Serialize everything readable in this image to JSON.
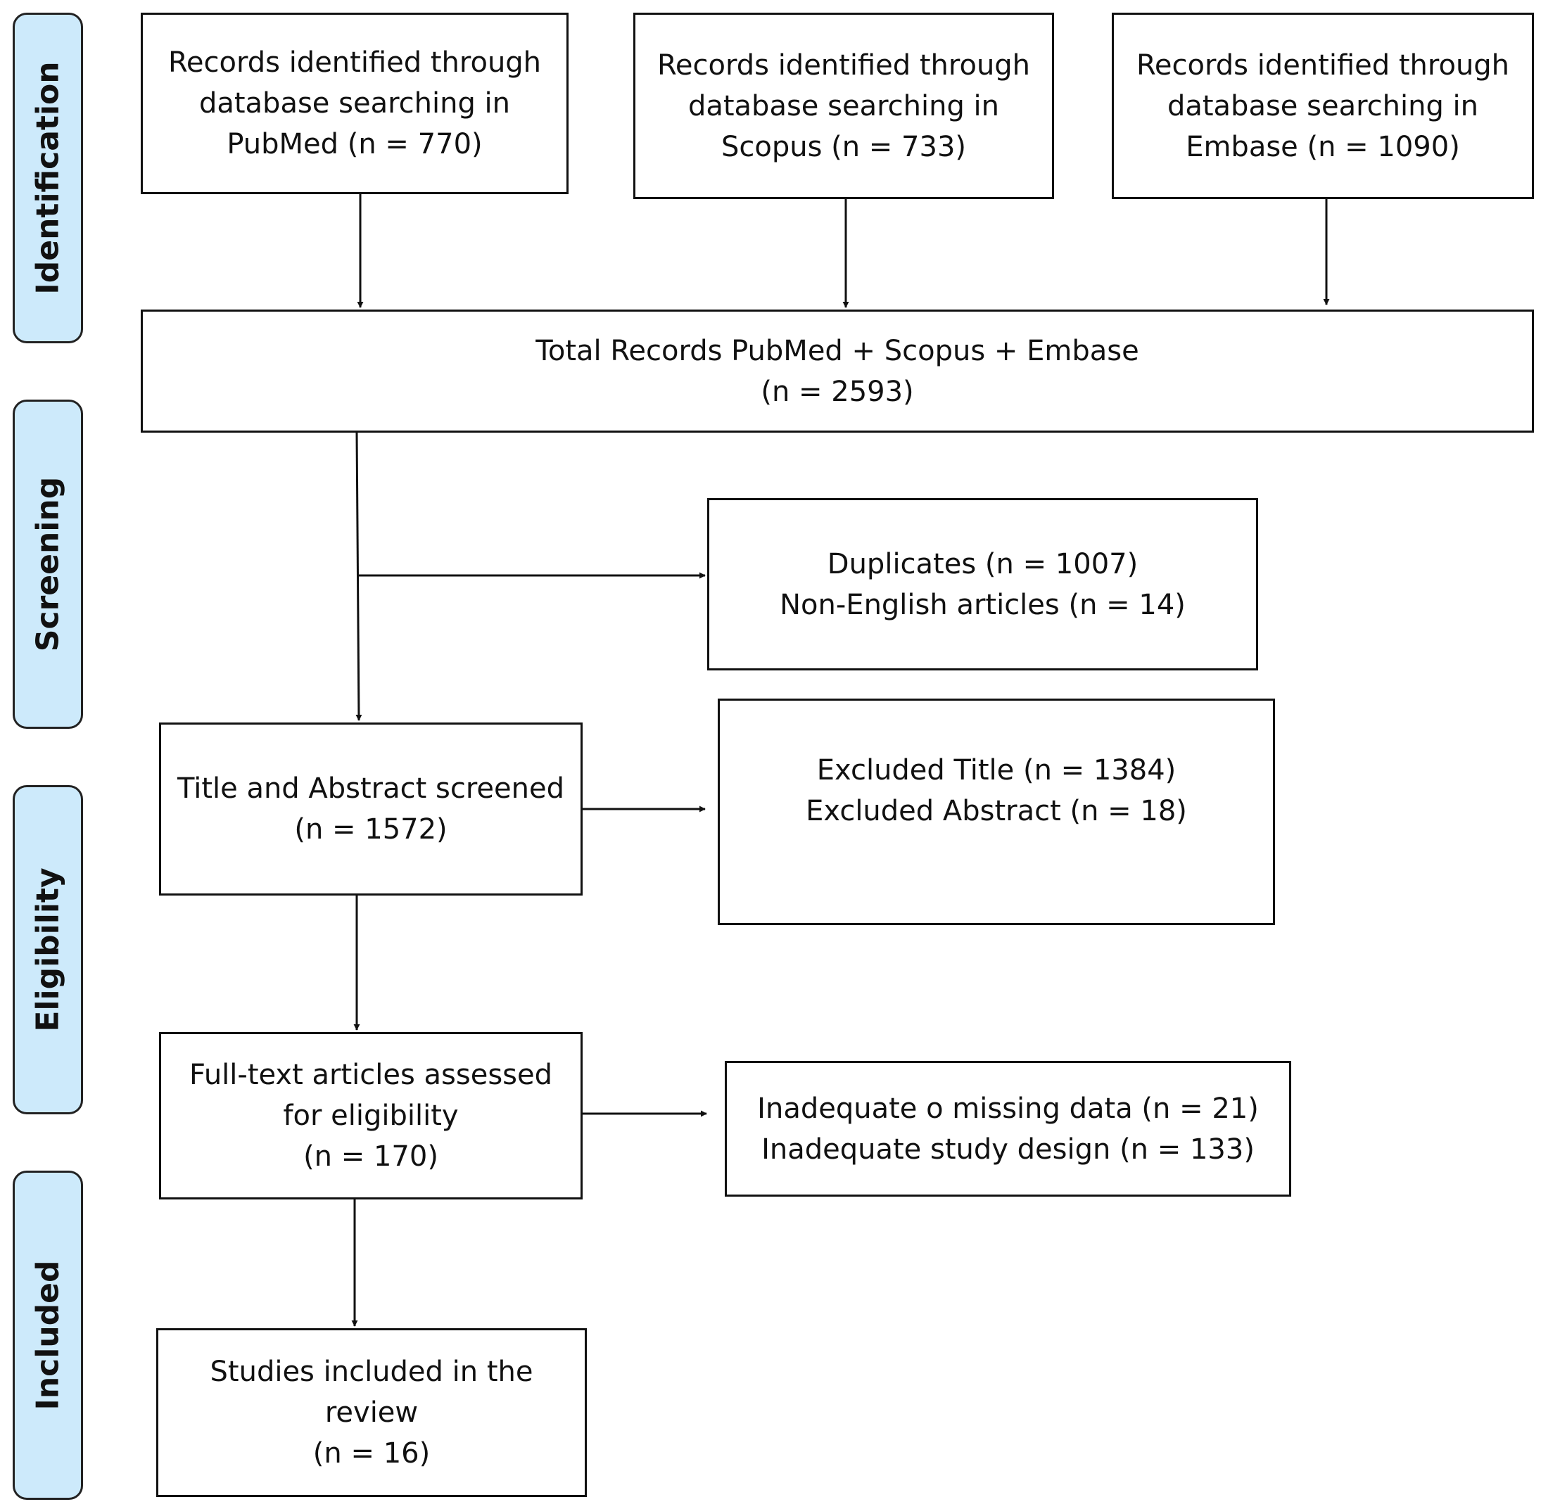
{
  "stages": {
    "identification": "Identification",
    "screening": "Screening",
    "eligibility": "Eligibility",
    "included": "Included"
  },
  "boxes": {
    "pubmed": [
      "Records identified through",
      "database searching in",
      "PubMed (n = 770)"
    ],
    "scopus": [
      "Records identified through",
      "database searching in",
      "Scopus (n = 733)"
    ],
    "embase": [
      "Records identified through",
      "database searching in",
      "Embase (n = 1090)"
    ],
    "total": [
      "Total Records PubMed + Scopus + Embase",
      "(n = 2593)"
    ],
    "duplicates": [
      "Duplicates (n = 1007)",
      "Non-English articles (n = 14)"
    ],
    "screened": [
      "Title and Abstract screened",
      "(n = 1572)"
    ],
    "excluded": [
      "Excluded Title (n = 1384)",
      "Excluded Abstract (n = 18)"
    ],
    "fulltext": [
      "Full-text articles assessed",
      "for eligibility",
      "(n = 170)"
    ],
    "inadequate": [
      "Inadequate o missing data (n = 21)",
      "Inadequate study design (n = 133)"
    ],
    "included": [
      "Studies included in the",
      "review",
      "(n = 16)"
    ]
  }
}
